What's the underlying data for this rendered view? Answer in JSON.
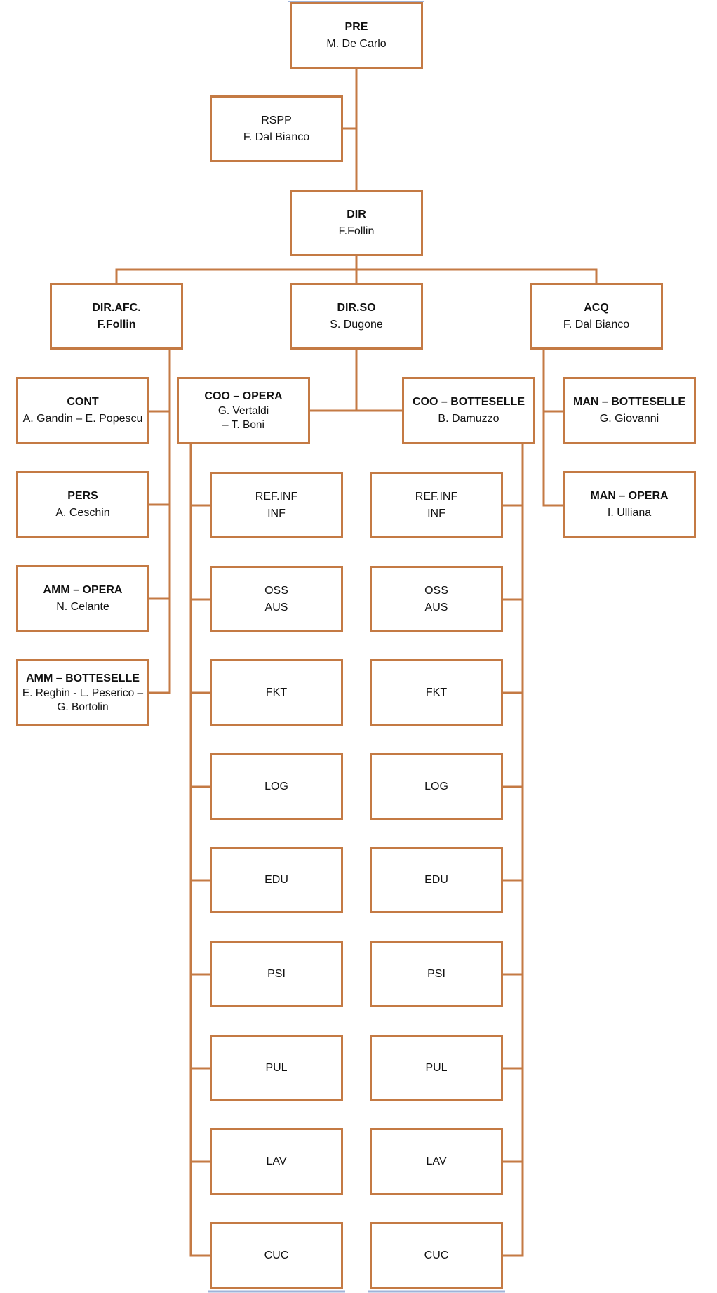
{
  "nodes": {
    "pre": {
      "title": "PRE",
      "sub": "M. De Carlo"
    },
    "rspp": {
      "title": "RSPP",
      "sub": "F. Dal Bianco"
    },
    "dir": {
      "title": "DIR",
      "sub": "F.Follin"
    },
    "dirafc": {
      "title": "DIR.AFC.",
      "sub": "F.Follin"
    },
    "dirso": {
      "title": "DIR.SO",
      "sub": "S. Dugone"
    },
    "acq": {
      "title": "ACQ",
      "sub": "F. Dal Bianco"
    },
    "cont": {
      "title": "CONT",
      "sub": "A. Gandin – E. Popescu"
    },
    "pers": {
      "title": "PERS",
      "sub": "A. Ceschin"
    },
    "amm_opera": {
      "title": "AMM – OPERA",
      "sub": "N. Celante"
    },
    "amm_botteselle": {
      "title": "AMM – BOTTESELLE",
      "sub": "E. Reghin - L. Peserico –\nG. Bortolin"
    },
    "coo_opera": {
      "title": "COO – OPERA",
      "sub": "G. Vertaldi\n– T. Boni"
    },
    "coo_botteselle": {
      "title": "COO – BOTTESELLE",
      "sub": "B. Damuzzo"
    },
    "man_botteselle": {
      "title": "MAN – BOTTESELLE",
      "sub": "G. Giovanni"
    },
    "man_opera": {
      "title": "MAN – OPERA",
      "sub": "I. Ulliana"
    }
  },
  "opera_units": [
    {
      "title": "REF.INF",
      "sub": "INF"
    },
    {
      "title": "OSS",
      "sub": "AUS"
    },
    {
      "title": "FKT",
      "sub": ""
    },
    {
      "title": "LOG",
      "sub": ""
    },
    {
      "title": "EDU",
      "sub": ""
    },
    {
      "title": "PSI",
      "sub": ""
    },
    {
      "title": "PUL",
      "sub": ""
    },
    {
      "title": "LAV",
      "sub": ""
    },
    {
      "title": "CUC",
      "sub": ""
    }
  ],
  "botteselle_units": [
    {
      "title": "REF.INF",
      "sub": "INF"
    },
    {
      "title": "OSS",
      "sub": "AUS"
    },
    {
      "title": "FKT",
      "sub": ""
    },
    {
      "title": "LOG",
      "sub": ""
    },
    {
      "title": "EDU",
      "sub": ""
    },
    {
      "title": "PSI",
      "sub": ""
    },
    {
      "title": "PUL",
      "sub": ""
    },
    {
      "title": "LAV",
      "sub": ""
    },
    {
      "title": "CUC",
      "sub": ""
    }
  ],
  "colors": {
    "border": "#c47a44",
    "connector": "#c47a44"
  }
}
